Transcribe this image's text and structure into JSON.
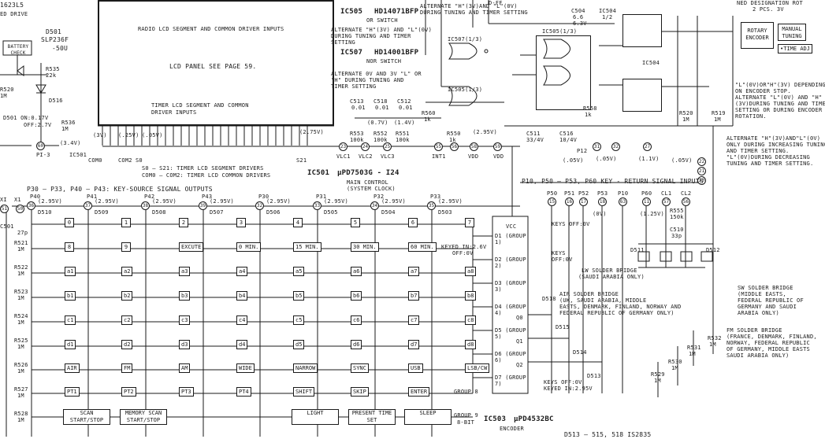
{
  "top_left": {
    "part": "1623L5",
    "drive": "ED DRIVE",
    "d501": "D501",
    "d501_part": "SLP236F",
    "d501_suffix": "-50U",
    "battery_check": "BATTERY CHECK",
    "d501_label": "D501",
    "r535": "R535",
    "r535_val": "22k",
    "r520": "R520",
    "r520_val": "1M",
    "d516": "D516",
    "d501_on": "D501 ON:0.17V",
    "d501_off": "OFF:2.7V",
    "r536": "R536",
    "r536_val": "1M",
    "pin60": "60",
    "volt_34": "(3.4V)",
    "pi3": "PI-3",
    "ic501_small": "IC501"
  },
  "lcd": {
    "top_text": "RADIO LCD SEGMENT AND COMMON DRIVER INPUTS",
    "panel": "LCD PANEL SEE PAGE 59.",
    "timer_text_1": "TIMER LCD SEGMENT AND COMMON",
    "timer_text_2": "DRIVER INPUTS"
  },
  "ic505": {
    "name": "IC505",
    "part": "HD14071BFP",
    "desc": "OR SWITCH"
  },
  "ic507": {
    "name": "IC507",
    "part": "HD14001BFP",
    "desc": "NOR SWITCH"
  },
  "notes": {
    "alt1_l1": "ALTERNATE \"H\"(3V) AND \"L\"(0V)",
    "alt1_l2": "DURING TUNING AND TIMER",
    "alt1_l3": "SETTING",
    "alt2_l1": "ALTERNATE 0V AND 3V \"L\" OR",
    "alt2_l2": "\"H\" DURING TUNING AND",
    "alt2_l3": "TIMER SETTING",
    "alt_top_l1": "ALTERNATE \"H\"(3V)AND \"L\"(0V)",
    "alt_top_l2": "DURING TUNING AND TIMER SETTING",
    "enc_l1": "\"L\"(0V)OR\"H\"(3V) DEPENDING",
    "enc_l2": "ON ENCODER STOP.",
    "enc_l3": "ALTERNATE \"L\"(0V) AND \"H\"",
    "enc_l4": "(3V)DURING TUNING AND TIMER",
    "enc_l5": "SETTING OR DURING ENCODER",
    "enc_l6": "ROTATION.",
    "inc_l1": "ALTERNATE \"H\"(3V)AND\"L\"(0V)",
    "inc_l2": "ONLY DURING INCREASING TUNING",
    "inc_l3": "AND TIMER SETTING.",
    "inc_l4": "\"L\"(0V)DURING DECREASING",
    "inc_l5": "TUNING AND TIMER SETTING."
  },
  "gates": {
    "ic507_3": "IC507(1/3)",
    "ic505_3": "IC505(1/3)",
    "ic505_1": "IC505(1/3)",
    "ic504": "IC504"
  },
  "top_right": {
    "d_ff": "D-FF",
    "c504": "C504",
    "c504_val": "6.6",
    "c504_v": "6.3V",
    "ic504_top": "IC504",
    "ic504_val": "1/2",
    "rotary": "ROTARY ENCODER",
    "manual": "MANUAL TUNING",
    "time_adj": "•TIME ADJ",
    "designation": "NED DESIGNATION ROT",
    "designation2": "2 PCS. 3V",
    "r520b": "R520",
    "r520b_val": "1M",
    "r519": "R519",
    "r519_val": "1M",
    "r558": "R558",
    "r558_val": "1k"
  },
  "mid": {
    "c513": "C513",
    "c513_val": "0.01",
    "c518": "C518",
    "c518_val": "0.01",
    "c512": "C512",
    "c512_val": "0.01",
    "v07": "(0.7V)",
    "v14": "(1.4V)",
    "r560": "R560",
    "r560_val": "1k",
    "r553": "R553",
    "r553_val": "100k",
    "r552": "R552",
    "r552_val": "100k",
    "r551": "R551",
    "r551_val": "100k",
    "r550": "R550",
    "r550_val": "1k",
    "v295a": "(2.95V)",
    "c511": "C511",
    "c511_val": "33/4V",
    "c516": "C516",
    "c516_val": "10/4V",
    "vlc1": "VLC1",
    "vlc2": "VLC2",
    "vlc3": "VLC3",
    "int1": "INT1",
    "vdd": "VDD",
    "vdd2": "VDD",
    "p12": "P12",
    "v05a": "(.05V)",
    "v05b": "(.05V)",
    "v11": "(1.1V)",
    "v05c": "(.05V)",
    "pin23": "23",
    "pin24": "24",
    "pin25": "25",
    "pin55": "55",
    "pin56": "56",
    "pin58": "58",
    "pin59": "59",
    "pin31": "31",
    "pin32": "32",
    "pin27": "27",
    "pin22": "22",
    "pin21": "21",
    "pin20": "20",
    "v3": "(3V)",
    "v25": "(.25V)",
    "v05": "(.05V)",
    "v275": "(2.75V)",
    "s0": "S0",
    "s21": "S21",
    "com0": "COM0",
    "com2": "COM2",
    "seg_drv": "S0 — S21: TIMER LCD SEGMENT DRIVERS",
    "com_drv": "COM0 — COM2: TIMER LCD COMMON DRIVERS",
    "ic501": "IC501",
    "ic501_part": "μPD7503G - I24",
    "main_ctrl": "MAIN CONTROL",
    "sys_clk": "(SYSTEM CLOCK)"
  },
  "key_source": {
    "header": "P30 — P33, P40 — P43: KEY-SOURCE SIGNAL OUTPUTS",
    "cols": [
      {
        "name": "P40",
        "pin": "36",
        "v": "(2.95V)",
        "d": "D510"
      },
      {
        "name": "P41",
        "pin": "37",
        "v": "(2.95V)",
        "d": "D509"
      },
      {
        "name": "P42",
        "pin": "38",
        "v": "(2.95V)",
        "d": "D508"
      },
      {
        "name": "P43",
        "pin": "39",
        "v": "(2.95V)",
        "d": "D507"
      },
      {
        "name": "P30",
        "pin": "32",
        "v": "(2.95V)",
        "d": "D506"
      },
      {
        "name": "P31",
        "pin": "33",
        "v": "(2.95V)",
        "d": "D505"
      },
      {
        "name": "P32",
        "pin": "34",
        "v": "(2.95V)",
        "d": "D504"
      },
      {
        "name": "P33",
        "pin": "35",
        "v": "(2.95V)",
        "d": "D503"
      }
    ],
    "xi": "XI",
    "x1": "X1",
    "c501": "C501",
    "c501_val": "27p",
    "pin51": "51",
    "pin50": "50"
  },
  "keys": {
    "row0": [
      "0",
      "1",
      "2",
      "3",
      "4",
      "5",
      "6",
      "7"
    ],
    "row1": [
      "8",
      "9",
      "EXCUTE",
      "0 MIN.",
      "15 MIN.",
      "30 MIN.",
      "60 MIN."
    ],
    "row2": [
      "a1",
      "a2",
      "a3",
      "a4",
      "a5",
      "a6",
      "a7",
      "a8"
    ],
    "row3": [
      "b1",
      "b2",
      "b3",
      "b4",
      "b5",
      "b6",
      "b7",
      "b8"
    ],
    "row4": [
      "c1",
      "c2",
      "c3",
      "c4",
      "c5",
      "c6",
      "c7",
      "c8"
    ],
    "row5": [
      "d1",
      "d2",
      "d3",
      "d4",
      "d5",
      "d6",
      "d7",
      "d8"
    ],
    "row6": [
      "AIR",
      "FM",
      "AM",
      "WIDE",
      "NARROW",
      "SYNC",
      "USB",
      "LSB/CW"
    ],
    "row7": [
      "PT1",
      "PT2",
      "PT3",
      "PT4",
      "SHIFT",
      "SKIP",
      "ENTER"
    ],
    "row8": [
      "SCAN START/STOP",
      "MEMORY SCAN START/STOP",
      "LIGHT",
      "PRESENT TIME SET",
      "SLEEP"
    ],
    "group8": "GROUP 8",
    "group9": "GROUP 9",
    "bit8": "8-BIT",
    "r_left": [
      {
        "r": "R521",
        "v": "1M"
      },
      {
        "r": "R522",
        "v": "1M"
      },
      {
        "r": "R523",
        "v": "1M"
      },
      {
        "r": "R524",
        "v": "1M"
      },
      {
        "r": "R525",
        "v": "1M"
      },
      {
        "r": "R526",
        "v": "1M"
      },
      {
        "r": "R527",
        "v": "1M"
      },
      {
        "r": "R528",
        "v": "1M"
      }
    ]
  },
  "ic503": {
    "name": "IC503",
    "part": "μPD4532BC",
    "desc": "ENCODER",
    "inputs": [
      "D1 (GROUP 1)",
      "D2 (GROUP 2)",
      "D3 (GROUP 3)",
      "D4 (GROUP 4)",
      "D5 (GROUP 5)",
      "D6 (GROUP 6)",
      "D7 (GROUP 7)"
    ],
    "outputs": [
      "Q0",
      "Q1",
      "Q2"
    ],
    "vcc": "VCC",
    "keys_off": "KEYS OFF:0V",
    "keys_off2": "KEYS",
    "keys_off3": "OFF:0V",
    "keyed_in": "KEYED IN:2.6V",
    "keyed_off": "OFF:0V",
    "keys_bot1": "KEYS OFF:0V",
    "keys_bot2": "KEYED IN:2.95V"
  },
  "return": {
    "header": "P10, P50 — P53, P60 KEY - RETURN SIGNAL INPUTS",
    "pins": [
      {
        "n": "P50",
        "p": "15"
      },
      {
        "n": "P51",
        "p": "16"
      },
      {
        "n": "P52",
        "p": "17"
      },
      {
        "n": "P53",
        "p": "18"
      },
      {
        "n": "P10",
        "p": "63"
      },
      {
        "n": "P60",
        "p": "11"
      },
      {
        "n": "CL1",
        "p": "57"
      },
      {
        "n": "CL2",
        "p": "56"
      }
    ],
    "v0": "(0V)",
    "v125": "(1.25V)",
    "r555": "R555",
    "r555_val": "150k",
    "c510": "C510",
    "c510_val": "33p",
    "d511": "D511",
    "d512": "D512",
    "d518": "D518",
    "d515": "D515",
    "d514": "D514",
    "d513": "D513",
    "r529": "R529",
    "r529_val": "1M",
    "r530": "R530",
    "r530_val": "1M",
    "r531": "R531",
    "r531_val": "1M",
    "r532": "R532",
    "r532_val": "1M",
    "lw_l1": "LW SOLDER BRIDGE",
    "lw_l2": "(SAUDI ARABIA ONLY)",
    "air_l1": "AIR SOLDER BRIDGE",
    "air_l2": "(UK, SAUDI ARABIA, MIDDLE",
    "air_l3": "EASTS, DENMARK, FINLAND, NORWAY AND",
    "air_l4": "FEDERAL REPUBLIC OF GERMANY ONLY)",
    "sw_l1": "SW SOLDER BRIDGE",
    "sw_l2": "(MIDDLE EASTS,",
    "sw_l3": "FEDERAL REPUBLIC OF",
    "sw_l4": "GERMANY AND SAUDI",
    "sw_l5": "ARABIA ONLY)",
    "fm_l1": "FM SOLDER BRIDGE",
    "fm_l2": "(FRANCE, DENMARK, FINLAND,",
    "fm_l3": "NORWAY, FEDERAL REPUBLIC",
    "fm_l4": "OF GERMANY, MIDDLE EASTS",
    "fm_l5": "SAUDI ARABIA ONLY)",
    "bottom": "D513 — 515, 518   IS2835"
  }
}
